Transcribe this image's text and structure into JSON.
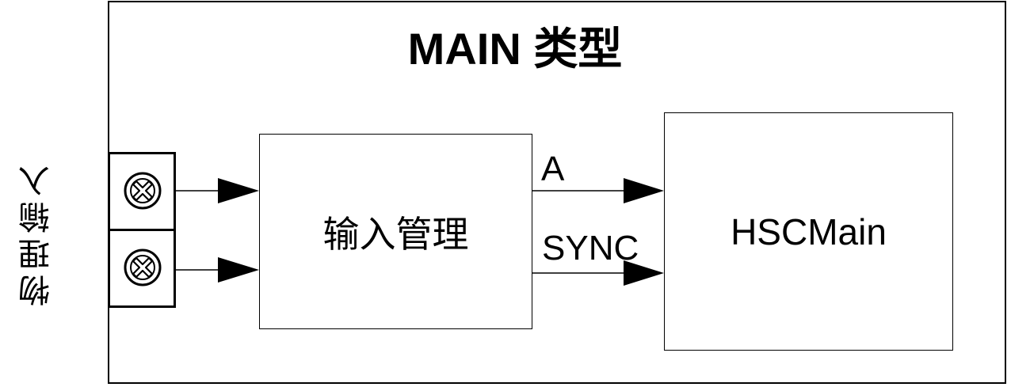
{
  "diagram": {
    "title": "MAIN 类型",
    "side_label": "物理输入",
    "input_block": {
      "label": "输入管理"
    },
    "output_block": {
      "label": "HSCMain"
    },
    "signals": [
      {
        "label": "A"
      },
      {
        "label": "SYNC"
      }
    ],
    "terminals": [
      {
        "icon": "screw-terminal-icon"
      },
      {
        "icon": "screw-terminal-icon"
      }
    ]
  }
}
